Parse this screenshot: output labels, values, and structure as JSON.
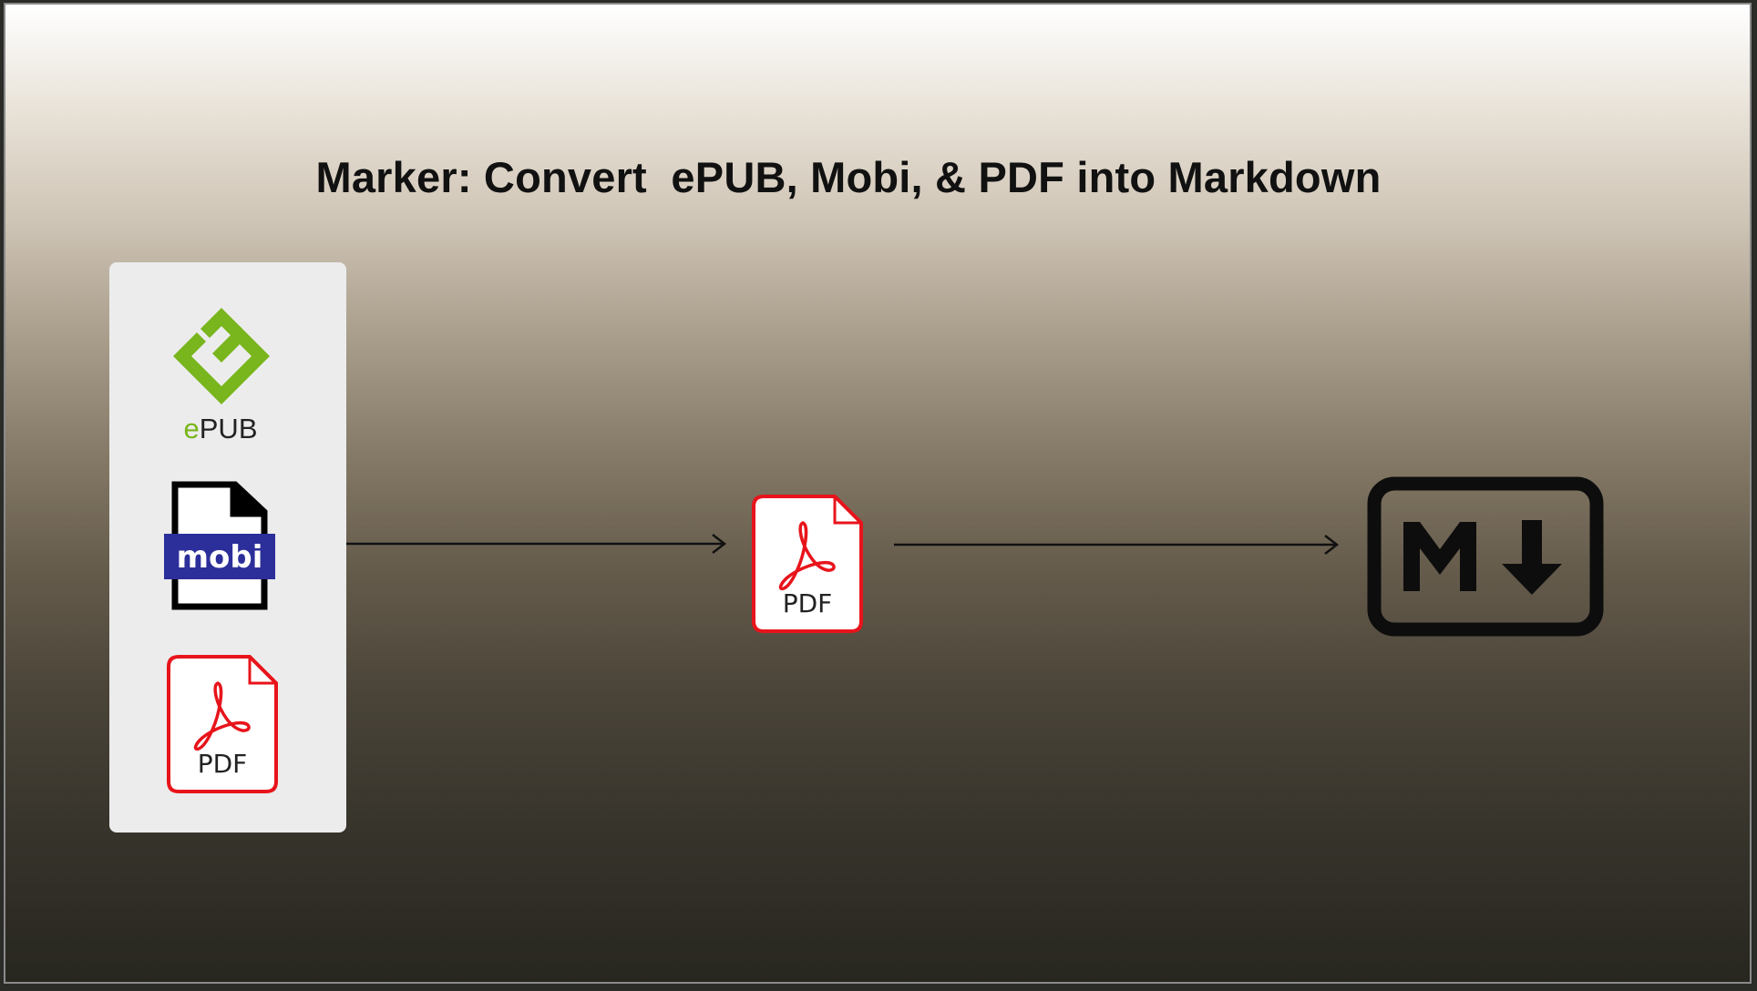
{
  "title": "Marker: Convert  ePUB, Mobi, & PDF into Markdown",
  "sources": {
    "epub_label_e": "e",
    "epub_label_rest": "PUB",
    "mobi_label": "mobi",
    "pdf_label": "PDF"
  },
  "intermediate": {
    "pdf_label": "PDF"
  },
  "colors": {
    "epub_green": "#79b51c",
    "mobi_blue": "#2c2f9a",
    "pdf_red": "#e8141b",
    "markdown_black": "#111111"
  },
  "icons": [
    "epub-logo-icon",
    "mobi-file-icon",
    "pdf-file-icon",
    "markdown-icon",
    "arrow-right-icon"
  ]
}
